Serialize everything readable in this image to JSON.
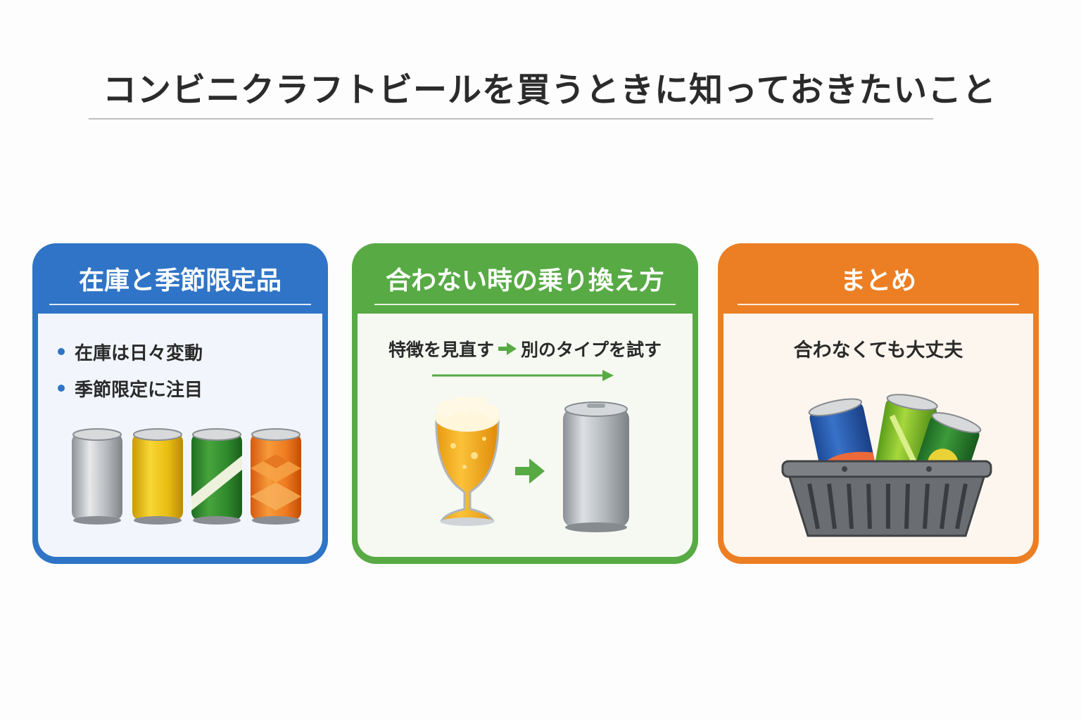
{
  "page": {
    "title": "コンビニクラフトビールを買うときに知っておきたいこと"
  },
  "cards": [
    {
      "heading": "在庫と季節限定品",
      "accent": "#2f74c6",
      "bullets": [
        "在庫は日々変動",
        "季節限定に注目"
      ],
      "illustration": "four-beer-cans-icon"
    },
    {
      "heading": "合わない時の乗り換え方",
      "accent": "#58aa45",
      "flow": {
        "step1": "特徴を見直す",
        "step2": "別のタイプを試す"
      },
      "illustration": "beer-glass-to-can-icon"
    },
    {
      "heading": "まとめ",
      "accent": "#ec7f24",
      "text": "合わなくても大丈夫",
      "illustration": "shopping-basket-with-cans-icon"
    }
  ]
}
